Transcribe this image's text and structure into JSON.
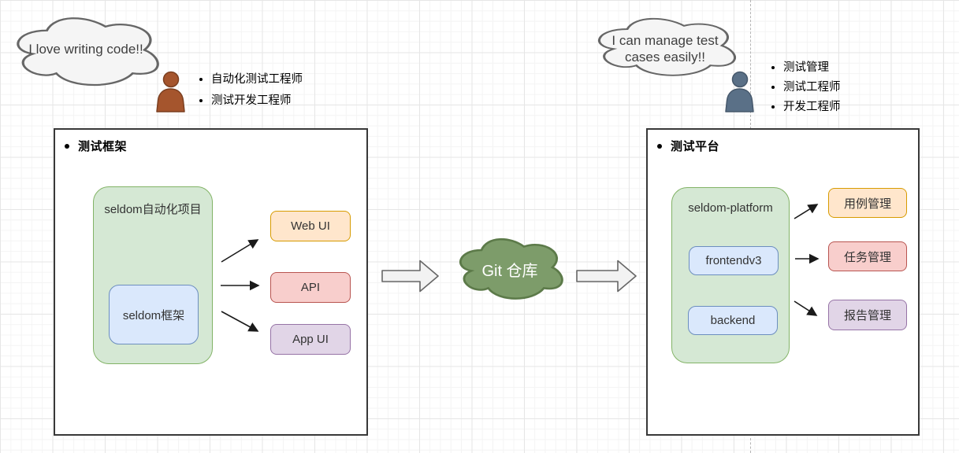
{
  "diagram": {
    "left_actor": {
      "speech": "I love writing code!!",
      "roles": [
        "自动化测试工程师",
        "测试开发工程师"
      ]
    },
    "right_actor": {
      "speech_line1": "I can manage test",
      "speech_line2": "cases easily!!",
      "roles": [
        "测试管理",
        "测试工程师",
        "开发工程师"
      ]
    },
    "framework_panel": {
      "title": "测试框架",
      "project_label": "seldom自动化项目",
      "core_label": "seldom框架",
      "targets": [
        "Web UI",
        "API",
        "App UI"
      ]
    },
    "center": {
      "repo_label": "Git 仓库"
    },
    "platform_panel": {
      "title": "测试平台",
      "project_label": "seldom-platform",
      "modules": [
        "frontendv3",
        "backend"
      ],
      "targets": [
        "用例管理",
        "任务管理",
        "报告管理"
      ]
    },
    "colors": {
      "container_fill": "#d5e8d4",
      "container_stroke": "#82b366",
      "module_fill": "#dae8fc",
      "module_stroke": "#6c8ebf",
      "webui_fill": "#ffe6cc",
      "webui_stroke": "#d79b00",
      "api_fill": "#f8cecc",
      "api_stroke": "#b85450",
      "appui_fill": "#e1d5e7",
      "appui_stroke": "#9673a6",
      "speech_cloud_fill": "#f5f5f5",
      "speech_cloud_stroke": "#666666",
      "git_cloud_fill": "#7d9c6a",
      "git_cloud_stroke": "#5c7a49",
      "left_person_fill": "#a5552d",
      "right_person_fill": "#5a7087"
    }
  }
}
